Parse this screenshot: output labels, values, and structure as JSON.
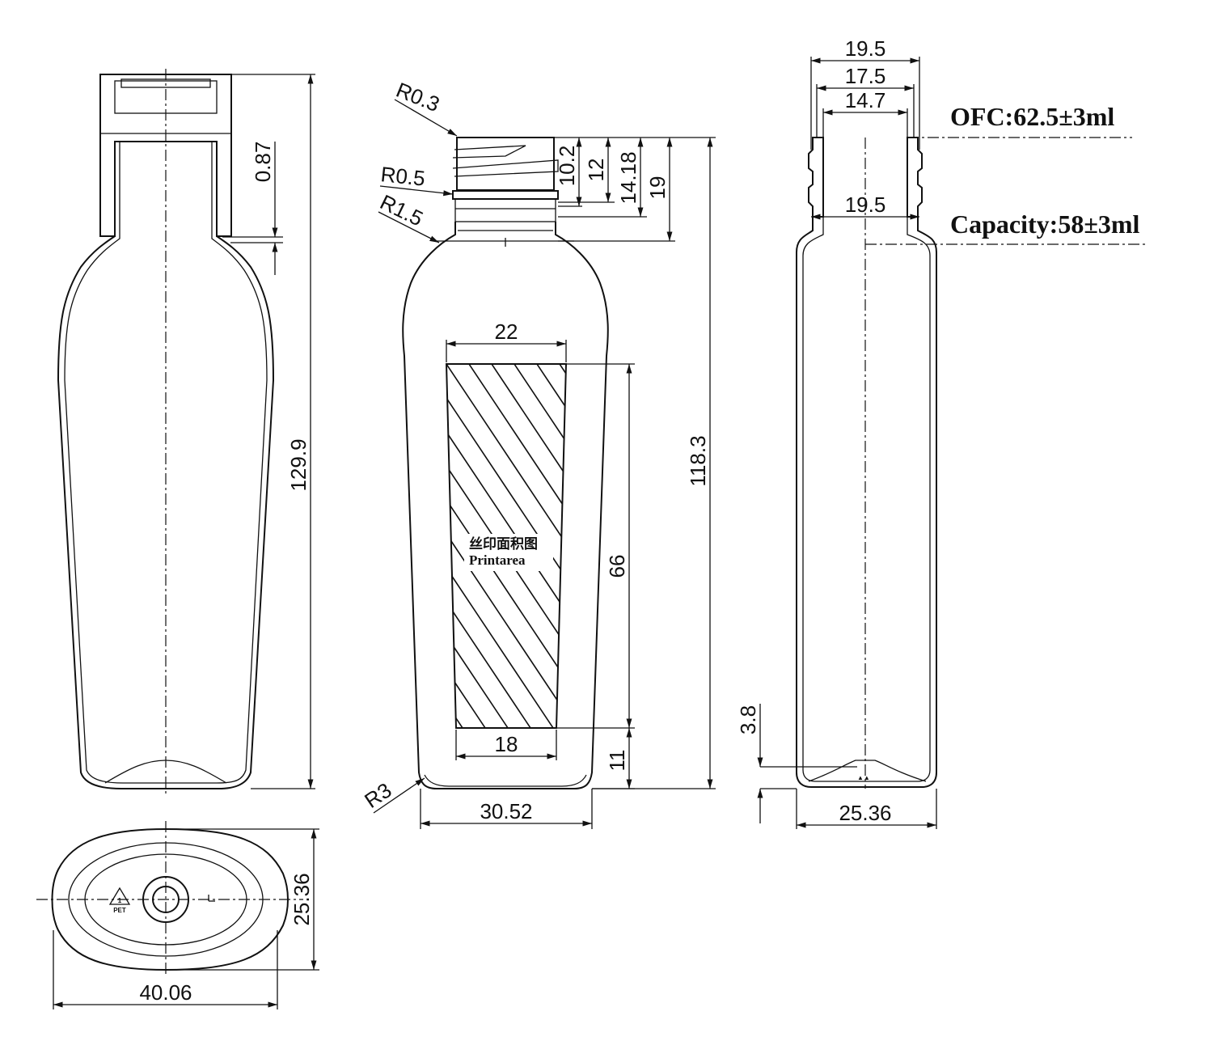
{
  "notes": {
    "ofc": "OFC:62.5±3ml",
    "capacity": "Capacity:58±3ml"
  },
  "front_view": {
    "overall_height": "129.9",
    "wall_offset": "0.87"
  },
  "side_view": {
    "radius_top": "R0.3",
    "radius_neck_ring": "R0.5",
    "radius_shoulder": "R1.5",
    "radius_base": "R3",
    "neck_h1": "10.2",
    "neck_h2": "12",
    "neck_h3": "14.18",
    "neck_h4": "19",
    "body_height": "118.3",
    "print_top_width": "22",
    "print_bottom_width": "18",
    "print_height": "66",
    "print_bottom_offset": "11",
    "base_width": "30.52",
    "print_label_cn": "丝印面积图",
    "print_label_en": "Printarea"
  },
  "right_view": {
    "outer_neck": "19.5",
    "thread_dia": "17.5",
    "inner_neck": "14.7",
    "neck_ring": "19.5",
    "base_push": "3.8",
    "body_width": "25.36"
  },
  "bottom_view": {
    "depth": "25.36",
    "width": "40.06",
    "recycle_code": "1",
    "material": "PET"
  }
}
